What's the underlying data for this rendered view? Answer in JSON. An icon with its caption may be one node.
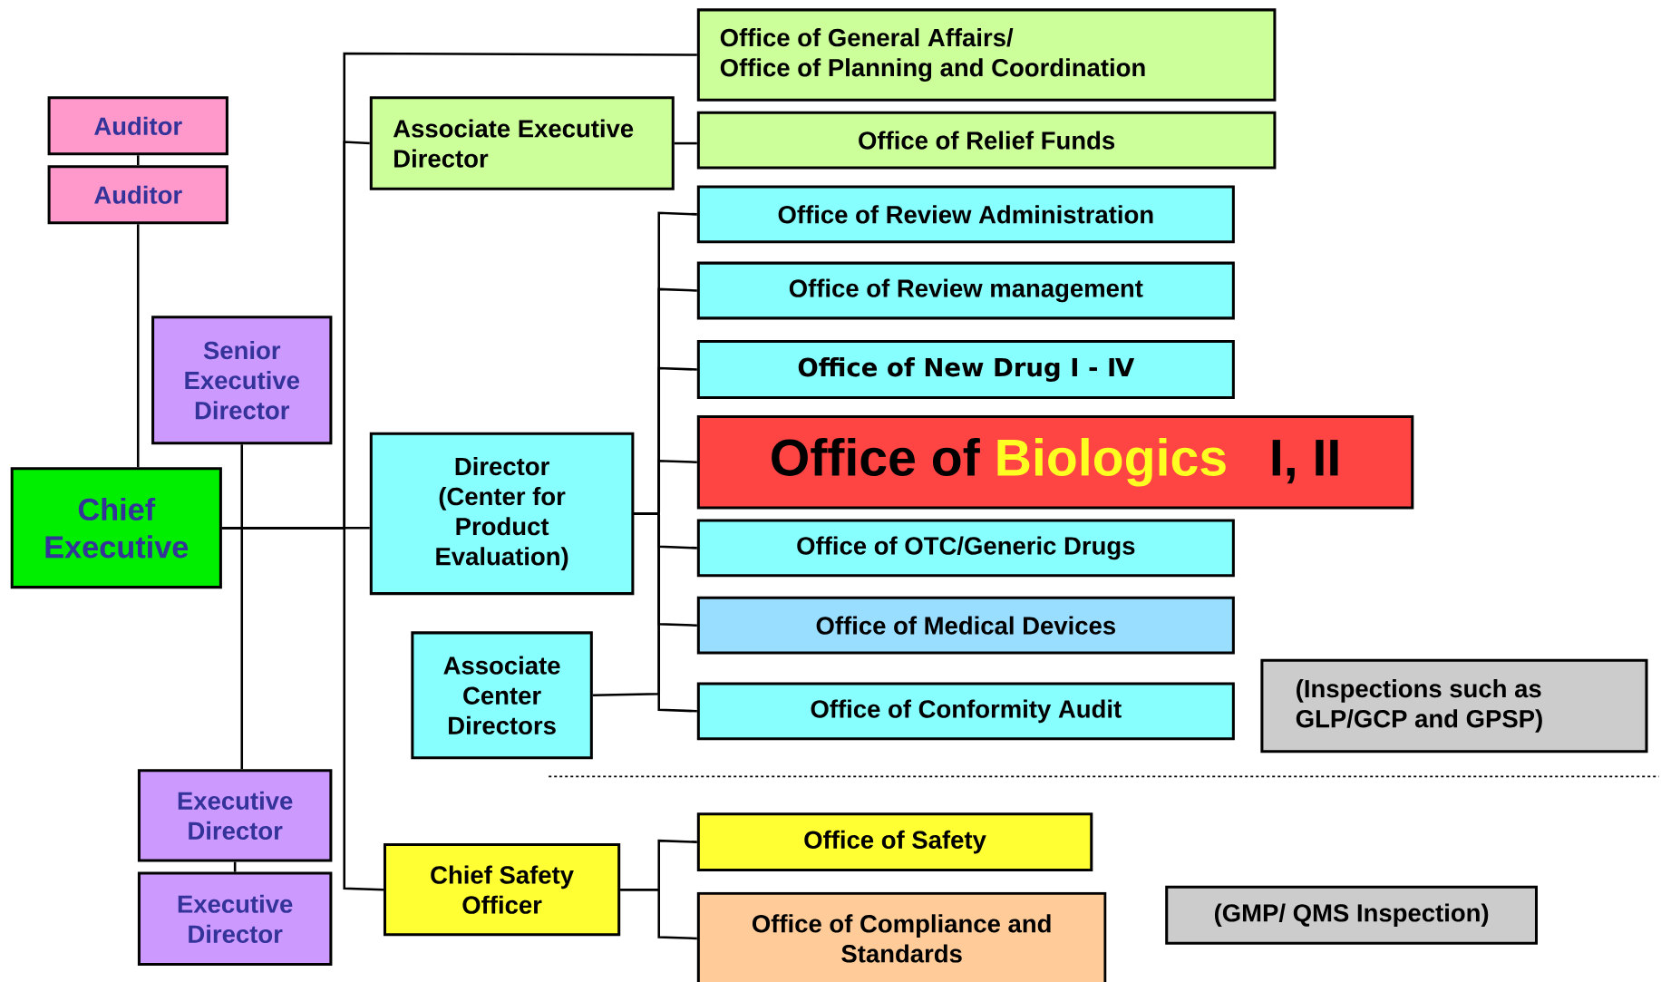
{
  "diagram": {
    "nodes": [
      {
        "text": [
          "Auditor"
        ]
      },
      {
        "text": [
          "Auditor"
        ]
      },
      {
        "text": [
          "Senior Executive Director"
        ]
      },
      {
        "text": [
          "Chief Executive"
        ]
      },
      {
        "text": [
          "Executive Director"
        ]
      },
      {
        "text": [
          "Executive Director"
        ]
      },
      {
        "text": [
          "Office of General Affairs/",
          "Office of Planning and Coordination"
        ]
      },
      {
        "text": [
          "Associate Executive Director"
        ]
      },
      {
        "text": [
          "Office of Relief Funds"
        ]
      },
      {
        "text": [
          "Office of Review Administration"
        ]
      },
      {
        "text": [
          "Office of Review management"
        ]
      },
      {
        "text": [
          "Office of New Drug I - Ⅳ"
        ]
      },
      {
        "text": [
          "Director (Center for Product Evaluation)"
        ]
      },
      {
        "text": [
          "Office of",
          "Biologics",
          "I, II"
        ]
      },
      {
        "text": [
          "Office of OTC/Generic Drugs"
        ]
      },
      {
        "text": [
          "Office of Medical Devices"
        ]
      },
      {
        "text": [
          "Associate Center Directors"
        ]
      },
      {
        "text": [
          "Office of Conformity Audit"
        ]
      },
      {
        "text": [
          "(Inspections such as GLP/GCP and GPSP)"
        ]
      },
      {
        "text": [
          "Chief Safety Officer"
        ]
      },
      {
        "text": [
          "Office of Safety"
        ]
      },
      {
        "text": [
          "Office of Compliance and Standards"
        ]
      },
      {
        "text": [
          "(GMP/ QMS Inspection)"
        ]
      }
    ],
    "edges": [
      {
        "from": 0,
        "to": 1,
        "arrow": "none"
      },
      {
        "from": 1,
        "to": 3,
        "arrow": "none"
      },
      {
        "from": 2,
        "to": 4,
        "arrow": "none"
      },
      {
        "from": 4,
        "to": 5,
        "arrow": "none"
      },
      {
        "from": 3,
        "to": 6,
        "arrow": "none"
      },
      {
        "from": 3,
        "to": 7,
        "arrow": "none"
      },
      {
        "from": 3,
        "to": 12,
        "arrow": "none"
      },
      {
        "from": 3,
        "to": 19,
        "arrow": "none"
      },
      {
        "from": 7,
        "to": 8,
        "arrow": "none"
      },
      {
        "from": 12,
        "to": 9,
        "arrow": "none"
      },
      {
        "from": 12,
        "to": 10,
        "arrow": "none"
      },
      {
        "from": 12,
        "to": 11,
        "arrow": "none"
      },
      {
        "from": 12,
        "to": 13,
        "arrow": "none"
      },
      {
        "from": 12,
        "to": 14,
        "arrow": "none"
      },
      {
        "from": 12,
        "to": 15,
        "arrow": "none"
      },
      {
        "from": 12,
        "to": 16,
        "arrow": "none"
      },
      {
        "from": 12,
        "to": 17,
        "arrow": "none"
      },
      {
        "from": 19,
        "to": 20,
        "arrow": "none"
      },
      {
        "from": 19,
        "to": 21,
        "arrow": "none"
      }
    ]
  }
}
